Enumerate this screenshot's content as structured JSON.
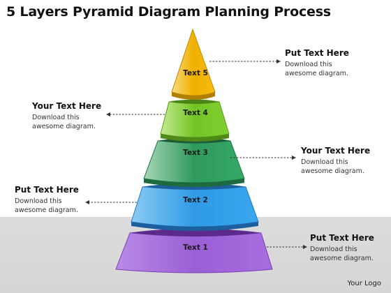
{
  "title": "5 Layers Pyramid Diagram Planning Process",
  "layers": [
    {
      "label": "Text 1",
      "color": "#9b59d0"
    },
    {
      "label": "Text 2",
      "color": "#3aa0e8"
    },
    {
      "label": "Text 3",
      "color": "#2e9a5e"
    },
    {
      "label": "Text 4",
      "color": "#7ccc2e"
    },
    {
      "label": "Text 5",
      "color": "#f0b400"
    }
  ],
  "callouts": [
    {
      "heading": "Put Text Here",
      "body": "Download this\nawesome diagram."
    },
    {
      "heading": "Your Text Here",
      "body": "Download this\nawesome diagram."
    },
    {
      "heading": "Your Text Here",
      "body": "Download this\nawesome diagram."
    },
    {
      "heading": "Put Text Here",
      "body": "Download this\nawesome diagram."
    },
    {
      "heading": "Put Text Here",
      "body": "Download this\nawesome diagram."
    }
  ],
  "logo": "Your Logo"
}
